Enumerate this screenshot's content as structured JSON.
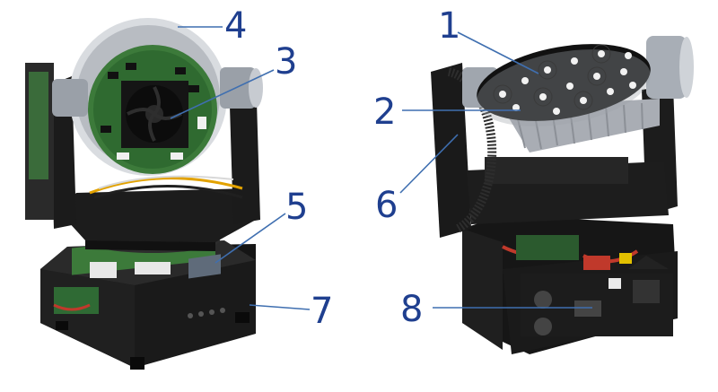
{
  "callouts": [
    {
      "id": "1",
      "label": "1"
    },
    {
      "id": "2",
      "label": "2"
    },
    {
      "id": "3",
      "label": "3"
    },
    {
      "id": "4",
      "label": "4"
    },
    {
      "id": "5",
      "label": "5"
    },
    {
      "id": "6",
      "label": "6"
    },
    {
      "id": "7",
      "label": "7"
    },
    {
      "id": "8",
      "label": "8"
    }
  ],
  "colors": {
    "background": "#ffffff",
    "callout_text": "#1f3f8f",
    "leader_line": "#3f6fb0",
    "pcb_green": "#3c7a3a",
    "chassis_black": "#1a1a1a",
    "heatsink_silver": "#c9ccd1",
    "led_board_black": "#111111"
  }
}
